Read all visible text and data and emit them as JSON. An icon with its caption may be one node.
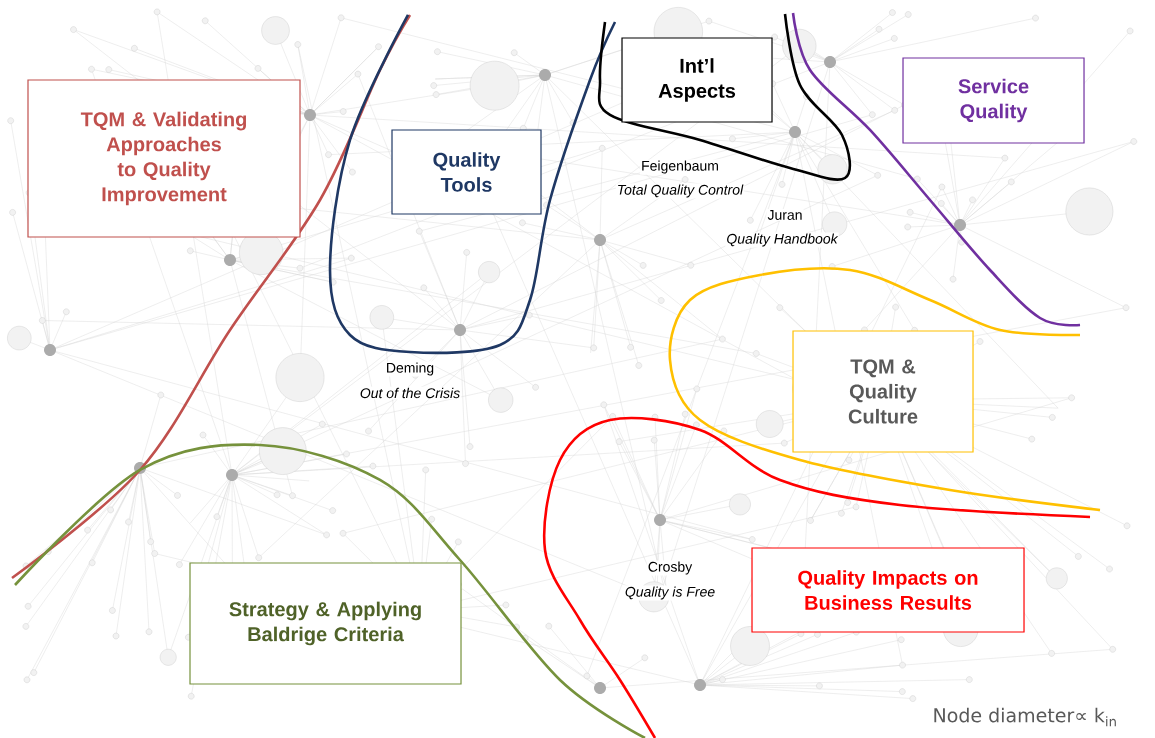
{
  "diagram": {
    "nodes": [
      {
        "text": [
          "TQM & Validating Approaches to Quality Improvement"
        ]
      },
      {
        "text": [
          "Quality Tools"
        ]
      },
      {
        "text": [
          "Int’l Aspects"
        ]
      },
      {
        "text": [
          "Service Quality"
        ]
      },
      {
        "text": [
          "TQM & Quality Culture"
        ]
      },
      {
        "text": [
          "Quality Impacts on Business Results"
        ]
      },
      {
        "text": [
          "Strategy & Applying Baldrige Criteria"
        ]
      }
    ],
    "labels": [
      "Feigenbaum",
      "Total Quality Control",
      "Juran",
      "Quality Handbook",
      "Deming",
      "Out of the Crisis",
      "Crosby",
      "Quality is Free",
      "Node diameter∝ k$_{in}$"
    ]
  }
}
